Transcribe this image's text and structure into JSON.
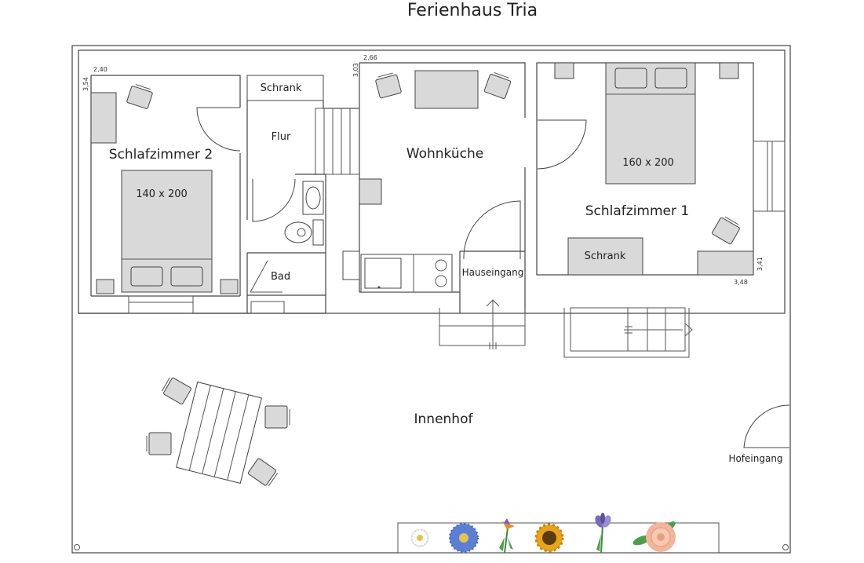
{
  "title": "Ferienhaus Tria",
  "rooms": {
    "schlafzimmer2": "Schlafzimmer 2",
    "flur": "Flur",
    "wohnkueche": "Wohnküche",
    "schlafzimmer1": "Schlafzimmer 1",
    "bad": "Bad",
    "hauseingang": "Hauseingang",
    "innenhof": "Innenhof",
    "hofeingang": "Hofeingang"
  },
  "furniture": {
    "schrank_flur": "Schrank",
    "schrank_sz1": "Schrank",
    "bed_sz2": "140 x 200",
    "bed_sz1": "160 x 200"
  },
  "dimensions": {
    "sz2_width": "2,40",
    "sz2_height": "3,54",
    "wk_width": "2,66",
    "wk_height": "3,03",
    "sz1_height": "3,41",
    "sz1_width": "3,48"
  },
  "decor_icons": [
    "daisy-icon",
    "aster-icon",
    "bird-of-paradise-icon",
    "sunflower-icon",
    "iris-icon",
    "rose-icon"
  ],
  "colors": {
    "furniture": "#d9d9d9",
    "walls": "#444444",
    "aster": "#5b7fd6",
    "sunflower": "#e8a317",
    "iris": "#7a6bb8",
    "rose": "#f2b49a"
  }
}
